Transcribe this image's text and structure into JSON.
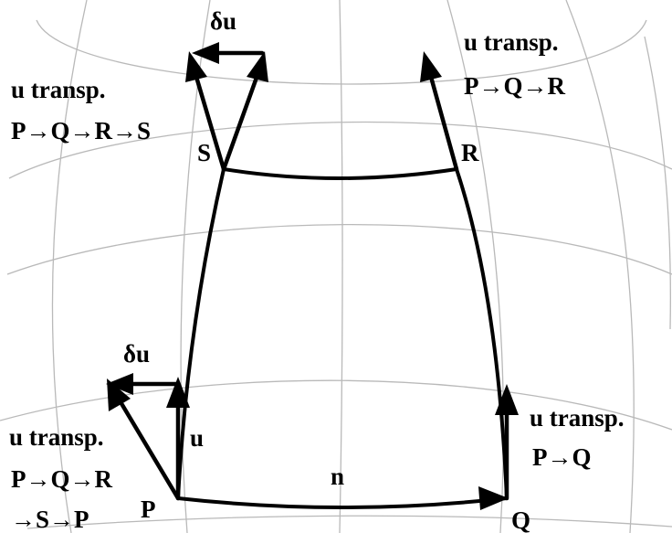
{
  "points": {
    "P": "P",
    "Q": "Q",
    "R": "R",
    "S": "S"
  },
  "vectors": {
    "u": "u",
    "n": "n",
    "delta_u_top": "δu",
    "delta_u_bottom": "δu"
  },
  "annotations": {
    "transp_pq": {
      "line1": "u transp.",
      "line2": "P→Q"
    },
    "transp_pqr": {
      "line1": "u transp.",
      "line2": "P→Q→R"
    },
    "transp_pqrs": {
      "line1": "u transp.",
      "line2": "P→Q→R→S"
    },
    "transp_pqrsp": {
      "line1": "u transp.",
      "line2": "P→Q→R",
      "line3": "→S→P"
    }
  },
  "colors": {
    "ink": "#000000",
    "grid": "#b9b9b9",
    "background": "#ffffff"
  }
}
